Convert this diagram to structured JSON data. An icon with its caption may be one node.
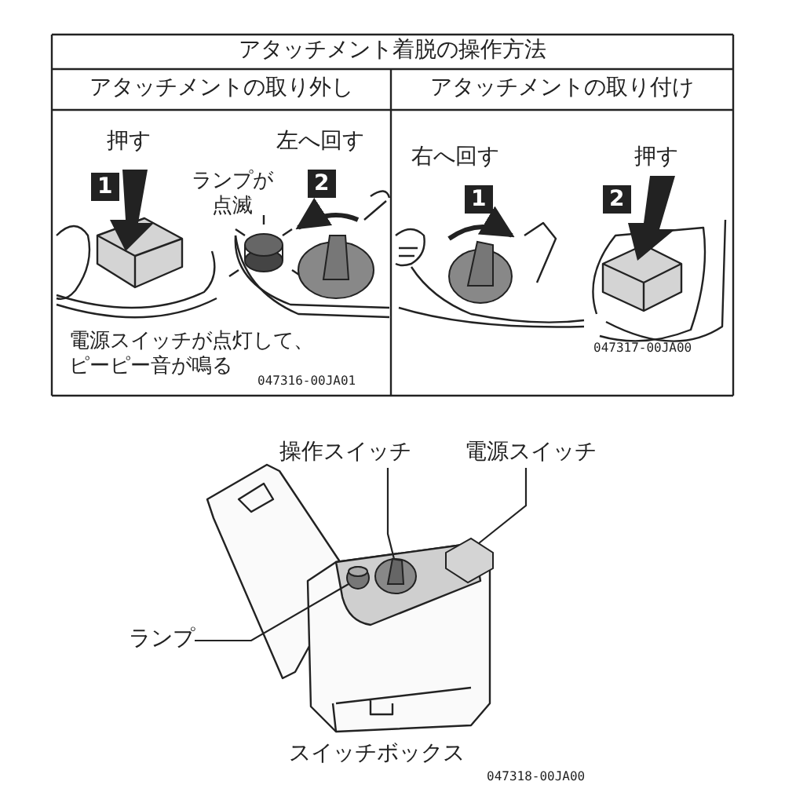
{
  "diagram": {
    "nodes": [
      {
        "text": [
          "操作スイッチ"
        ]
      },
      {
        "text": [
          "電源スイッチ"
        ]
      },
      {
        "text": [
          "ランプ"
        ]
      },
      {
        "text": [],
        "shape": "picture"
      },
      {
        "text": [],
        "shape": "picture"
      },
      {
        "text": [],
        "shape": "picture"
      }
    ],
    "edges": [
      {
        "from": 0,
        "to": 3,
        "arrow": "none"
      },
      {
        "from": 1,
        "to": 4,
        "arrow": "none"
      },
      {
        "from": 2,
        "to": 5,
        "arrow": "none"
      }
    ],
    "labels": [
      "アタッチメント着脱の操作方法",
      "アタッチメントの取り外し",
      "アタッチメントの取り付け",
      "押す",
      "左へ回す",
      "1",
      "ランプが点滅",
      "2",
      "右へ回す",
      "押す",
      "1",
      "2",
      "電源スイッチが点灯して、ピーピー音が鳴る",
      "047316-00JA01",
      "047317-00JA00",
      "スイッチボックス",
      "047318-00JA00"
    ]
  }
}
